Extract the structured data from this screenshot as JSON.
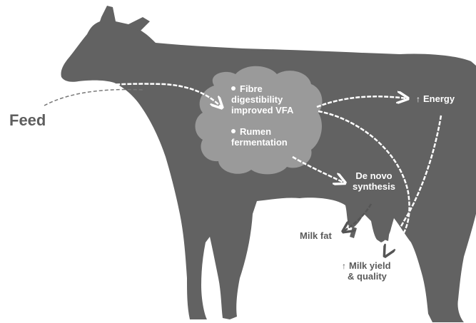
{
  "colors": {
    "cow": "#626262",
    "cloud": "#9a9a9a",
    "arrow": "#ffffff",
    "label_dark": "#5b5b5b",
    "label_light": "#ffffff",
    "background": "#ffffff"
  },
  "labels": {
    "feed": "Feed",
    "fibre_line1": "Fibre",
    "fibre_line2": "digestibility",
    "fibre_line3": "improved VFA",
    "rumen_line1": "Rumen",
    "rumen_line2": "fermentation",
    "energy": "Energy",
    "de_novo_line1": "De novo",
    "de_novo_line2": "synthesis",
    "milk_fat": "Milk fat",
    "milk_yield_line1": "Milk yield",
    "milk_yield_line2": "& quality"
  },
  "icons": {
    "increase": "up-arrow-icon",
    "bullet": "bullet-icon"
  }
}
